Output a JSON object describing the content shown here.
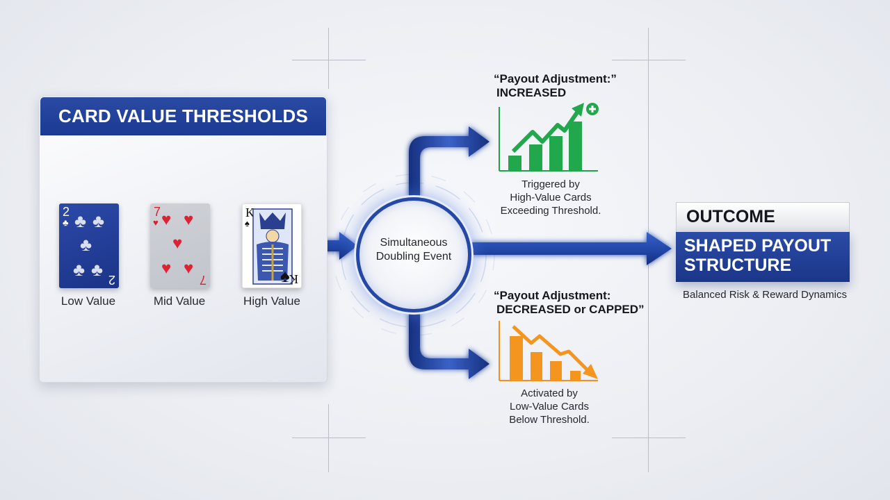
{
  "panel": {
    "title": "CARD VALUE THRESHOLDS",
    "cards": [
      {
        "rank": "2",
        "suit": "clubs",
        "label": "Low Value"
      },
      {
        "rank": "7",
        "suit": "hearts",
        "label": "Mid Value"
      },
      {
        "rank": "K",
        "suit": "spades",
        "label": "High Value"
      }
    ]
  },
  "center": {
    "line1": "Simultaneous",
    "line2": "Doubling Event"
  },
  "increase": {
    "heading_line1": "“Payout Adjustment:”",
    "heading_line2": "INCREASED",
    "note_line1": "Triggered by",
    "note_line2": "High-Value Cards",
    "note_line3": "Exceeding Threshold.",
    "color": "#1fa34a",
    "icon": "bar-chart-trending-up-icon"
  },
  "decrease": {
    "heading_line1": "“Payout Adjustment:",
    "heading_line2": "DECREASED or CAPPED”",
    "note_line1": "Activated by",
    "note_line2": "Low-Value Cards",
    "note_line3": "Below Threshold.",
    "color": "#f2901e",
    "icon": "bar-chart-trending-down-icon"
  },
  "outcome": {
    "title": "OUTCOME",
    "value_line1": "SHAPED PAYOUT",
    "value_line2": "STRUCTURE",
    "caption": "Balanced Risk & Reward Dynamics"
  },
  "colors": {
    "primary_blue": "#1e3d98",
    "background": "#eceef3"
  },
  "glyphs": {
    "clubs": "♣",
    "hearts": "♥",
    "spades": "♠"
  }
}
